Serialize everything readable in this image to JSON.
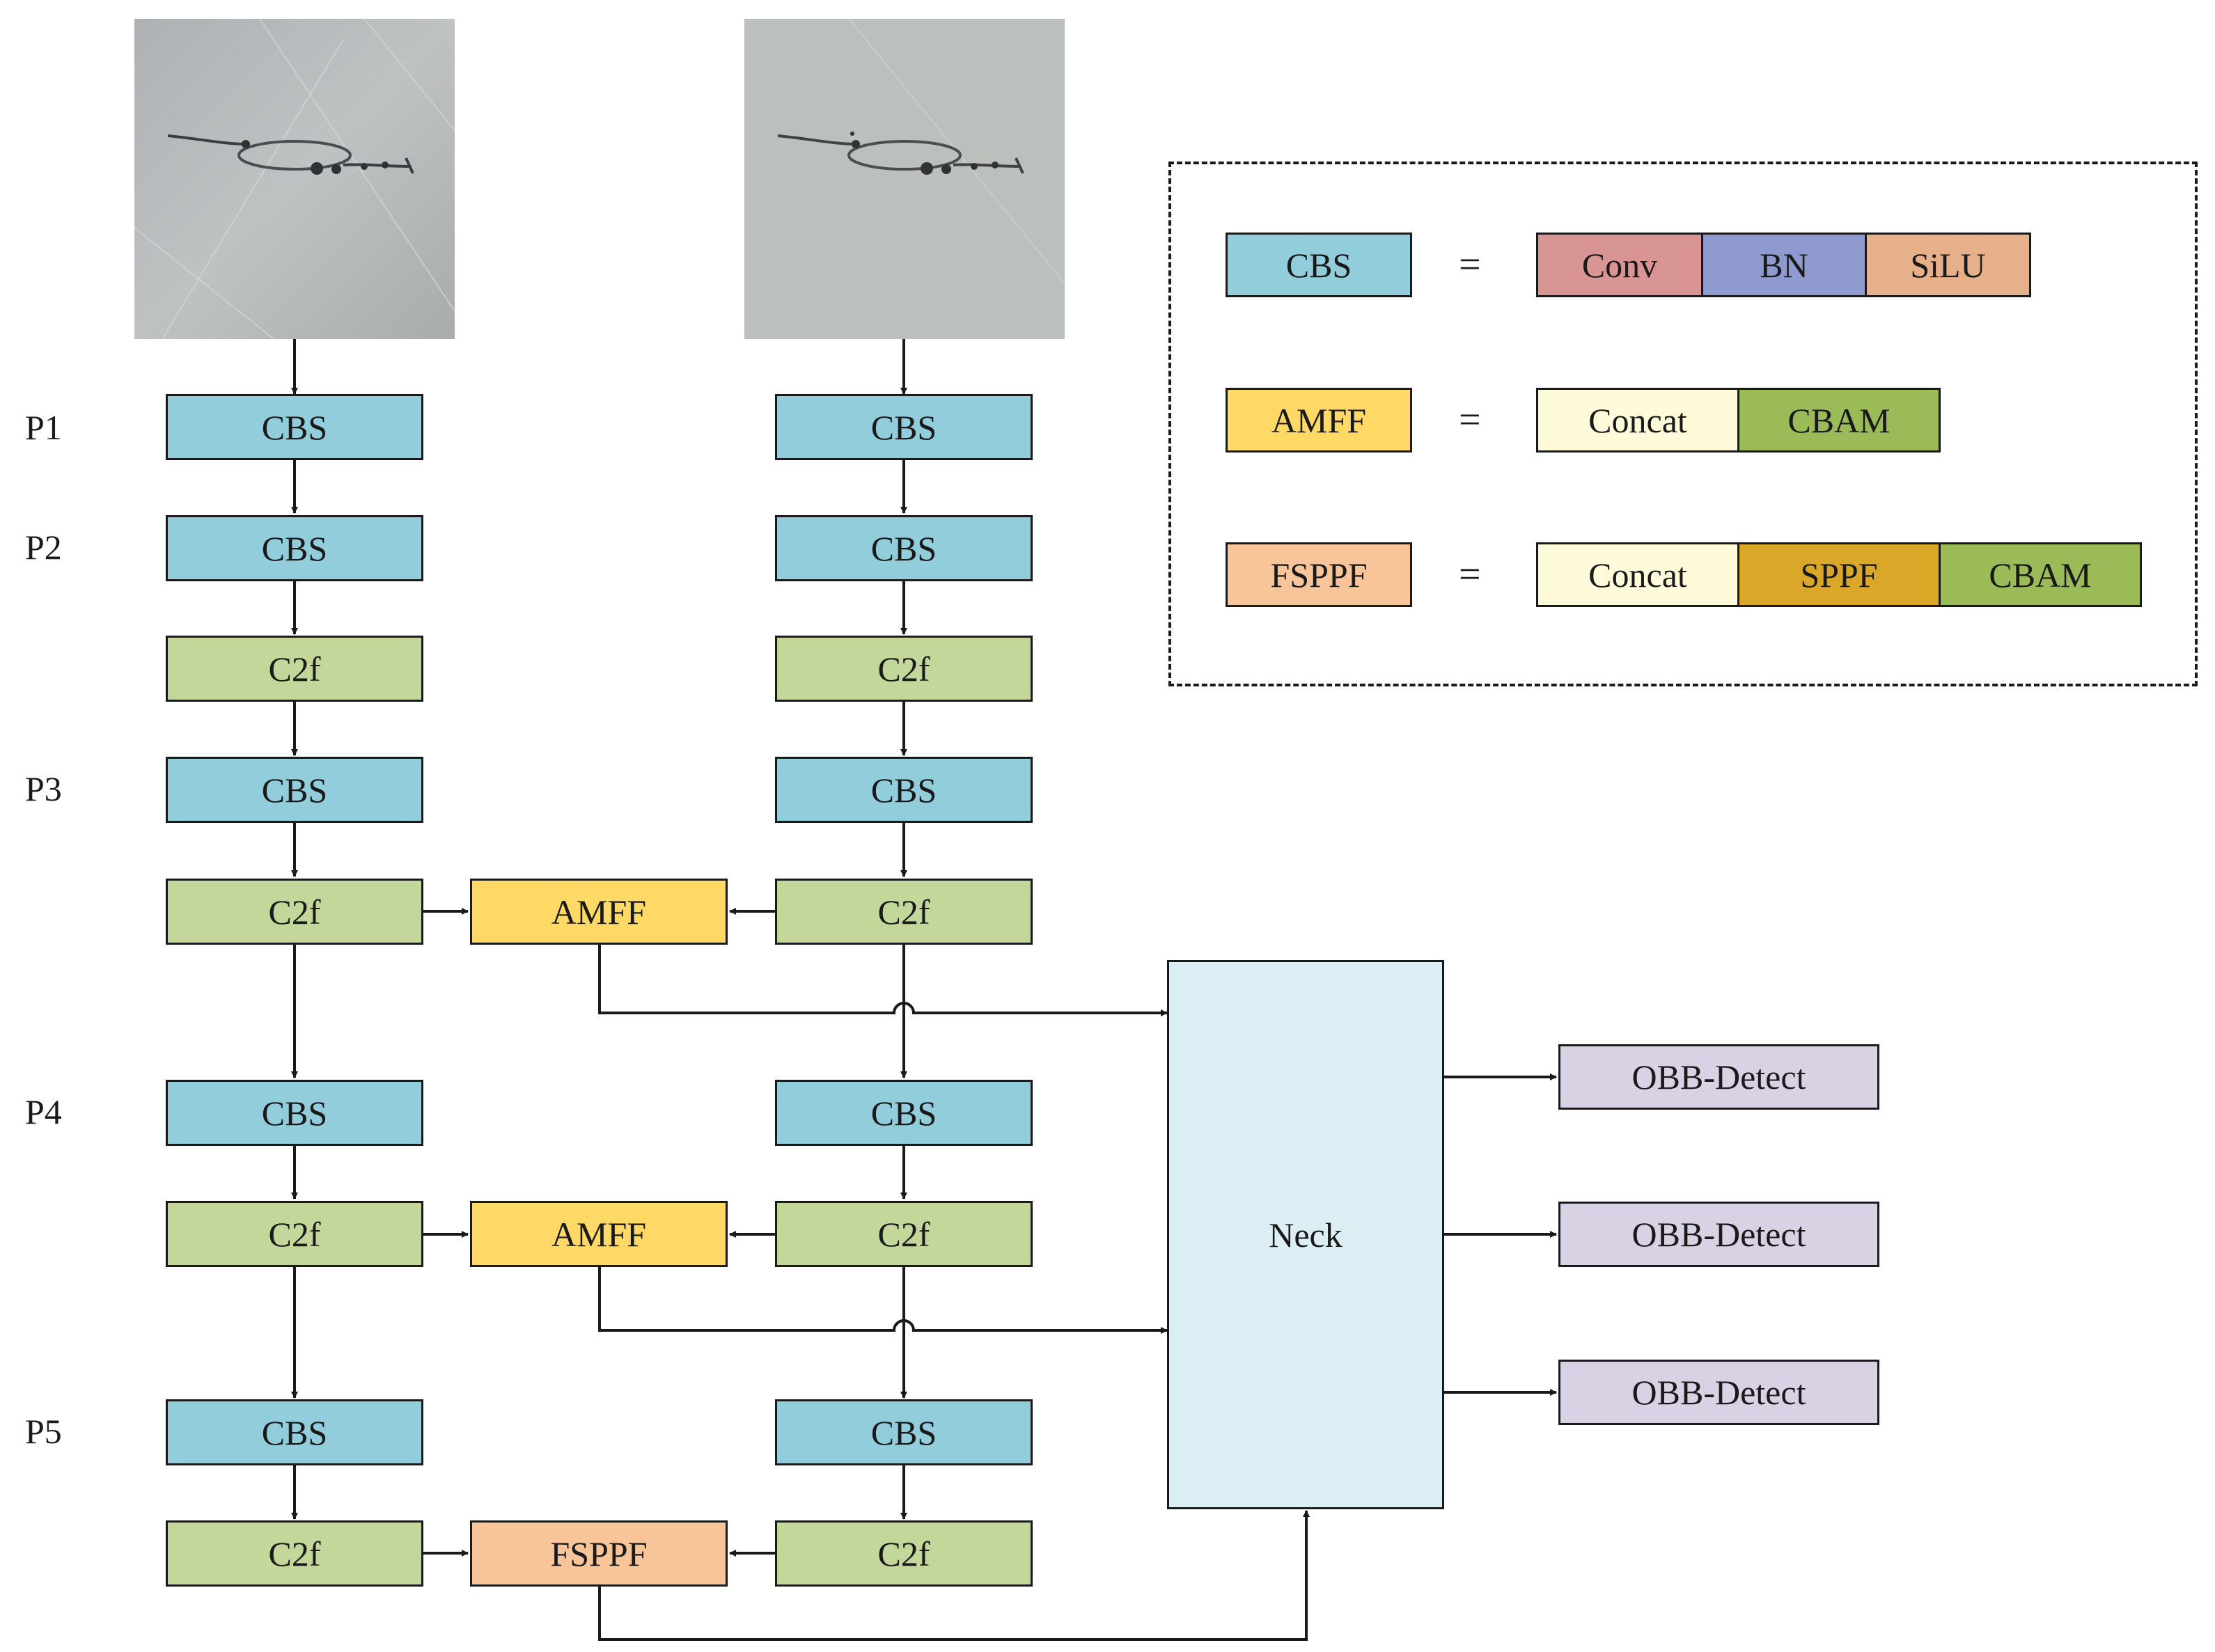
{
  "colors": {
    "cbs": "#92cddc",
    "c2f": "#c4d79b",
    "amff": "#ffd966",
    "fsppf": "#f8c49a",
    "neck": "#daeef3",
    "obb": "#d9d2e4",
    "conv": "#d99594",
    "bn": "#8e9ad0",
    "silu": "#e6b08b",
    "concat": "#fffad9",
    "cbam": "#9bbb59",
    "sppf": "#dba728",
    "line": "#1a1a1a"
  },
  "stage_labels": [
    "P1",
    "P2",
    "P3",
    "P4",
    "P5"
  ],
  "blocks": {
    "cbs": "CBS",
    "c2f": "C2f",
    "amff": "AMFF",
    "fsppf": "FSPPF",
    "neck": "Neck",
    "obb": "OBB-Detect"
  },
  "legend": {
    "equals": "=",
    "rows": [
      {
        "name": "CBS",
        "parts": [
          "Conv",
          "BN",
          "SiLU"
        ]
      },
      {
        "name": "AMFF",
        "parts": [
          "Concat",
          "CBAM"
        ]
      },
      {
        "name": "FSPPF",
        "parts": [
          "Concat",
          "SPPF",
          "CBAM"
        ]
      }
    ]
  },
  "images": [
    "input-image-rgb",
    "input-image-second"
  ]
}
